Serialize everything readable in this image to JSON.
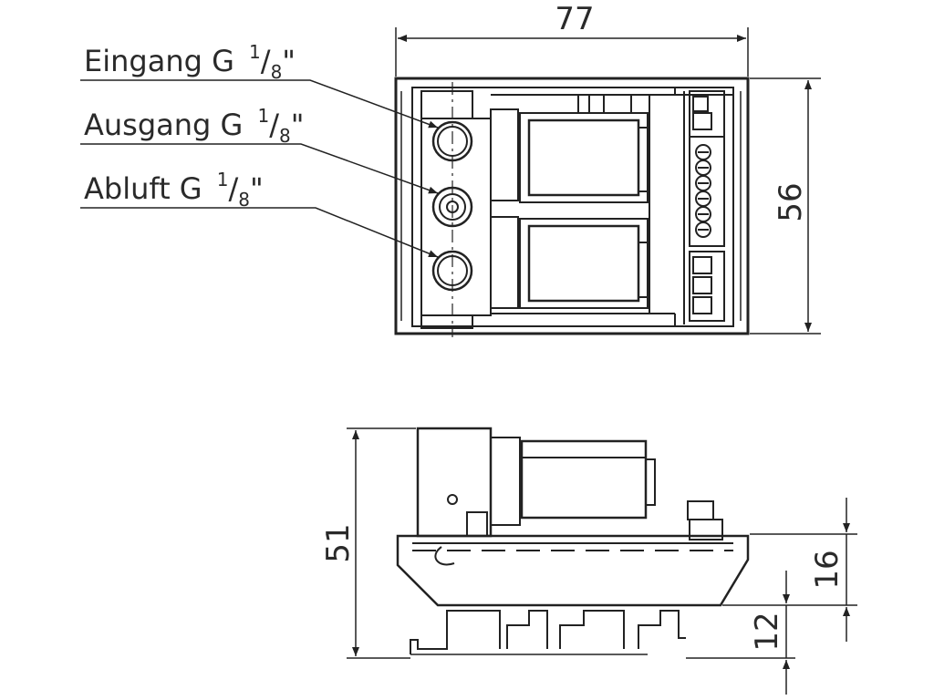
{
  "callouts": {
    "inlet": {
      "name": "Eingang",
      "thread": "G",
      "fraction_num": "1",
      "fraction_den": "8",
      "inch": "\""
    },
    "outlet": {
      "name": "Ausgang",
      "thread": "G",
      "fraction_num": "1",
      "fraction_den": "8",
      "inch": "\""
    },
    "exhaust": {
      "name": "Abluft",
      "thread": "G",
      "fraction_num": "1",
      "fraction_den": "8",
      "inch": "\""
    }
  },
  "dimensions": {
    "top_width": "77",
    "top_height": "56",
    "side_height": "51",
    "base_height": "16",
    "rail_height": "12"
  },
  "colors": {
    "line": "#222222",
    "background": "#ffffff"
  }
}
